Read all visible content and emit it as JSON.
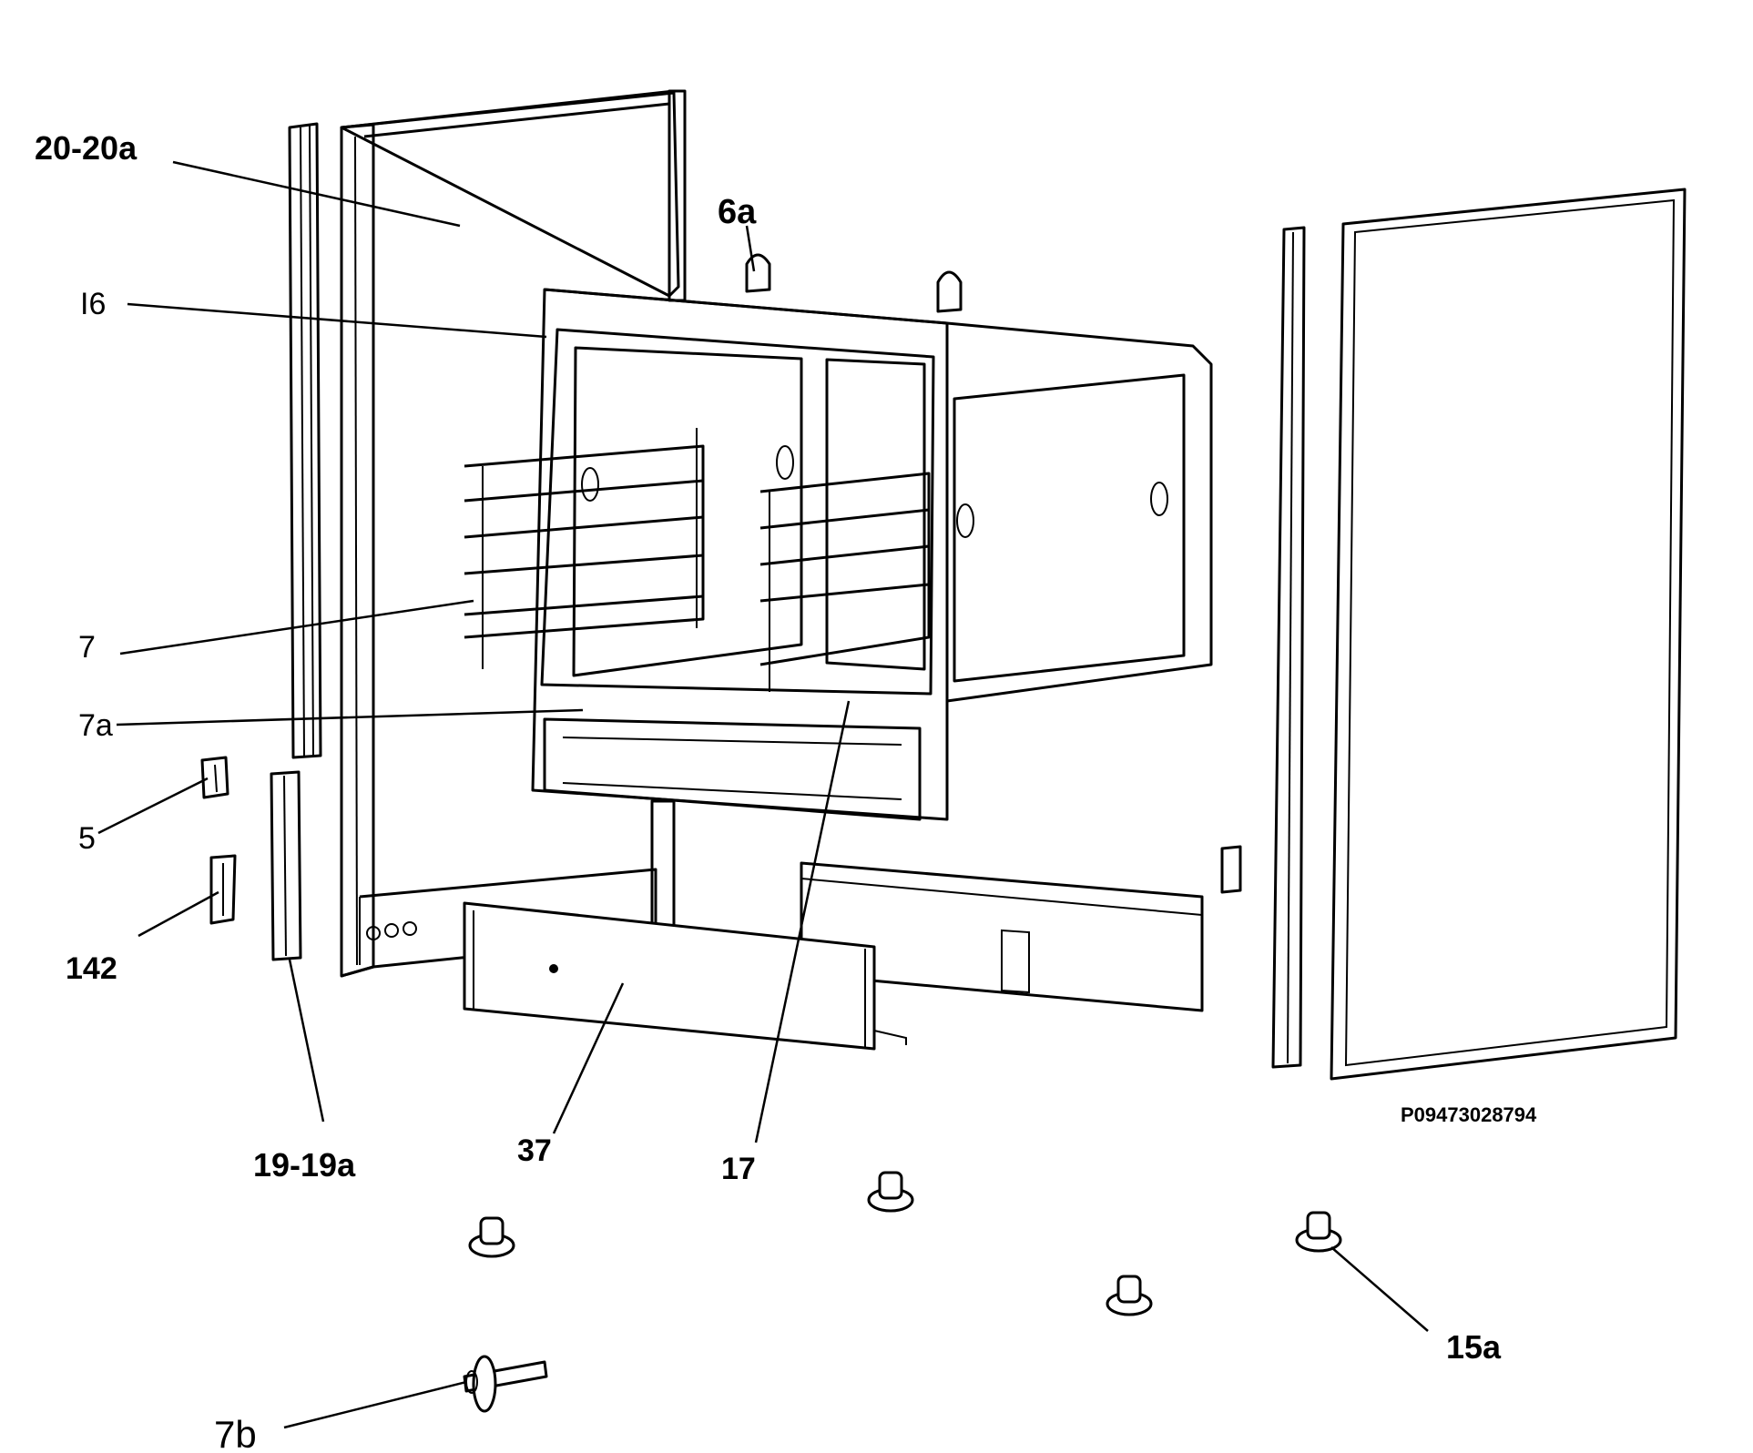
{
  "labels": {
    "l_20_20a": "20-20a",
    "l_6a": "6a",
    "l_16": "I6",
    "l_7": "7",
    "l_7a": "7a",
    "l_5": "5",
    "l_142": "142",
    "l_19_19a": "19-19a",
    "l_37": "37",
    "l_17": "17",
    "l_15a": "15a",
    "l_7b": "7b"
  },
  "reference_code": "P09473028794"
}
